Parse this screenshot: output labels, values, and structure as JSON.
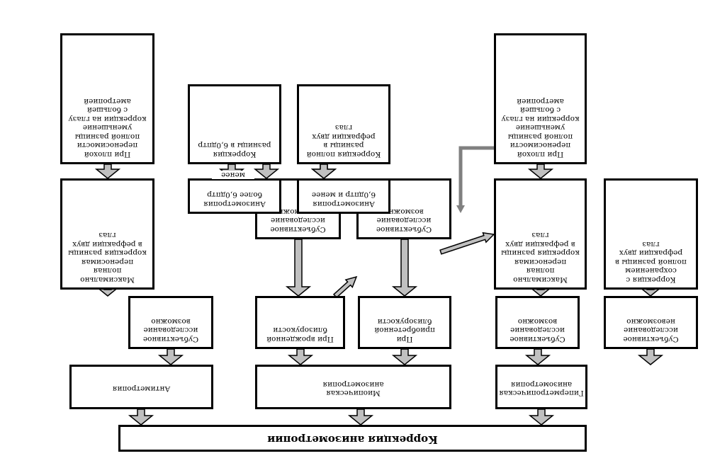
{
  "root": "Коррекция анизометропии",
  "types": {
    "hyper": "Гиперметропическая\nанизометропия",
    "myopic": "Миопическая\nанизометропия",
    "antimetropia": "Антиметропия"
  },
  "hyper_branch": {
    "subj_impossible": "Субъективное\nисследование\nневозможно",
    "subj_possible": "Субъективное\nисследование\nвозможно",
    "full_correction": "Коррекция с\nсохранением\nполной разницы в\nрефракции двух\nглаз",
    "max_correction": "Максимально\nполная\nпереносимая\nкоррекция разницы\nв рефракции двух\nглаз",
    "poor_tolerance": "При плохой\nпереносимости\nполной разницы\nуменьшение\nкоррекции на глазу\nс большей\nаметропией"
  },
  "myopic_branch": {
    "acquired": "При\nприобретенной\nблизорукости",
    "congenital": "При врожденной\nблизорукости",
    "subj_possible": "Субъективное\nисследование\nвозможно",
    "subj_impossible": "Субъективное\nисследование\nневозможно",
    "aniso_6_less": "Анизометропия\n6,0дптр и менее",
    "aniso_6_more": "Анизометропия\nболее 6,0дптр",
    "full_diff_correction": "Коррекция полной\nразницы в\nрефракции двух\nглаз",
    "correction_6": "Коррекция\nразницы в 6,0дптр",
    "overlap_text": "менее"
  },
  "antimetropia_branch": {
    "subj_possible": "Субъективное\nисследование\nвозможно",
    "max_correction": "Максимально\nполная\nпереносимая\nкоррекция разницы\nв рефракции двух\nглаз",
    "poor_tolerance": "При плохой\nпереносимости\nполной разницы\nуменьшение\nкоррекции на глазу\nс большей\nаметропией"
  },
  "colors": {
    "arrow_fill": "#c0c0c0",
    "connector": "#808080",
    "border": "#000000"
  }
}
